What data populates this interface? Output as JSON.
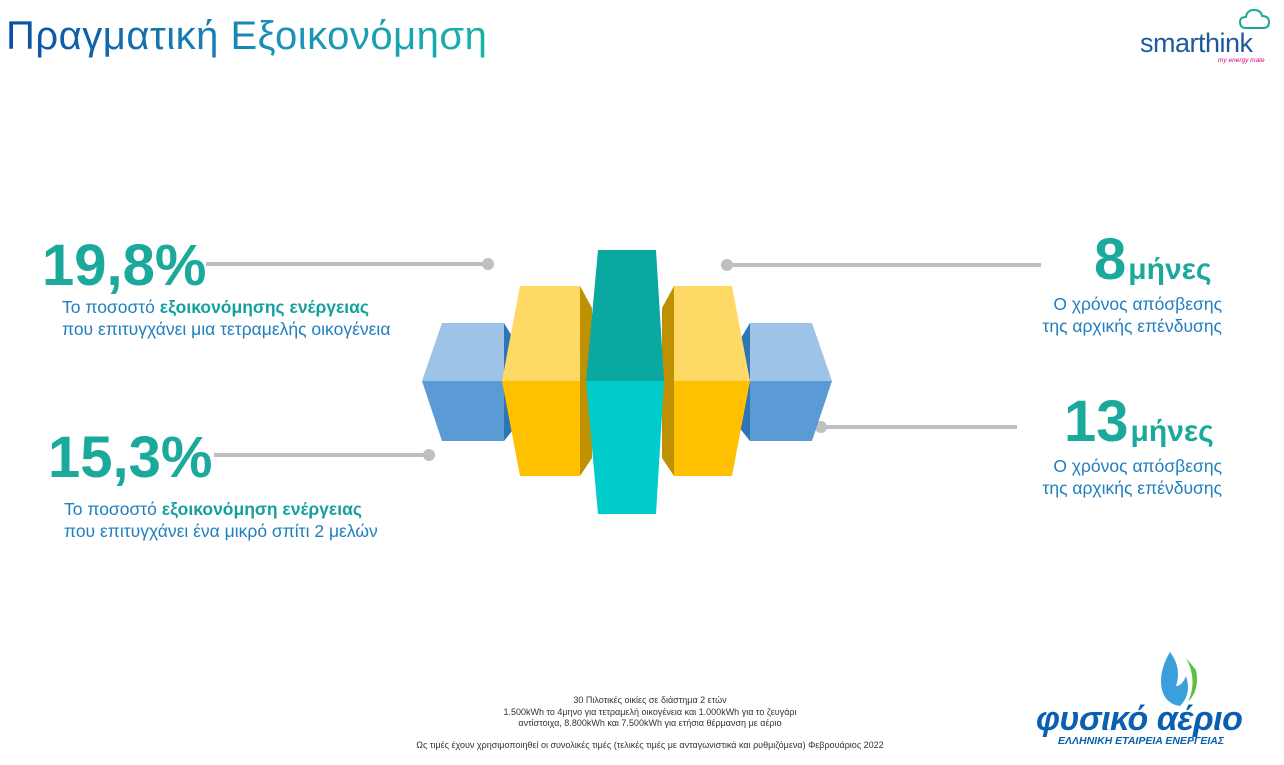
{
  "title": "Πραγματική Εξοικονόμηση",
  "brand": {
    "smarthink": "smarthink",
    "tagline": "my energy mate",
    "gas_name": "φυσικό αέριο",
    "gas_sub": "ΕΛΛΗΝΙΚΗ ΕΤΑΙΡΕΙΑ ΕΝΕΡΓΕΙΑΣ"
  },
  "stats": {
    "family": {
      "value": "19,8%",
      "desc_pre": "Το ποσοστό ",
      "desc_bold": "εξοικονόμησης ενέργειας",
      "desc_line2": "που επιτυγχάνει μια τετραμελής οικογένεια"
    },
    "small_home": {
      "value": "15,3%",
      "desc_pre": "Το ποσοστό ",
      "desc_bold": "εξοικονόμηση ενέργειας",
      "desc_line2": "που επιτυγχάνει ένα μικρό σπίτι 2 μελών"
    },
    "payback_1": {
      "value": "8",
      "unit": "μήνες",
      "desc_line1": "Ο χρόνος απόσβεσης",
      "desc_line2": "της αρχικής επένδυσης"
    },
    "payback_2": {
      "value": "13",
      "unit": "μήνες",
      "desc_line1": "Ο χρόνος απόσβεσης",
      "desc_line2": "της αρχικής επένδυσης"
    }
  },
  "footnote": {
    "line1": "30 Πιλοτικές οικίες σε διάστημα 2 ετών",
    "line2": "1.500kWh το 4μηνο για τετραμελή οικογένεια και 1.000kWh για το ζευγάρι",
    "line3": "αντίστοιχα, 8.800kWh και 7.500kWh για ετήσια θέρμανση με αέριο",
    "line4": "Ως τιμές έχουν χρησιμοποιηθεί οι συνολικές τιμές (τελικές τιμές με ανταγωνιστικά και ρυθμιζόμενα) Φεβρουάριος 2022"
  },
  "colors": {
    "title_start": "#0a4fa3",
    "title_end": "#16b3a8",
    "accent_teal": "#1aa99b",
    "text_blue": "#1f7fbf",
    "blue_block": "#5b9bd5",
    "yellow_block": "#ffc000",
    "teal_block": "#00b0b0"
  },
  "icons": [
    "cloud-icon",
    "flame-icon"
  ]
}
